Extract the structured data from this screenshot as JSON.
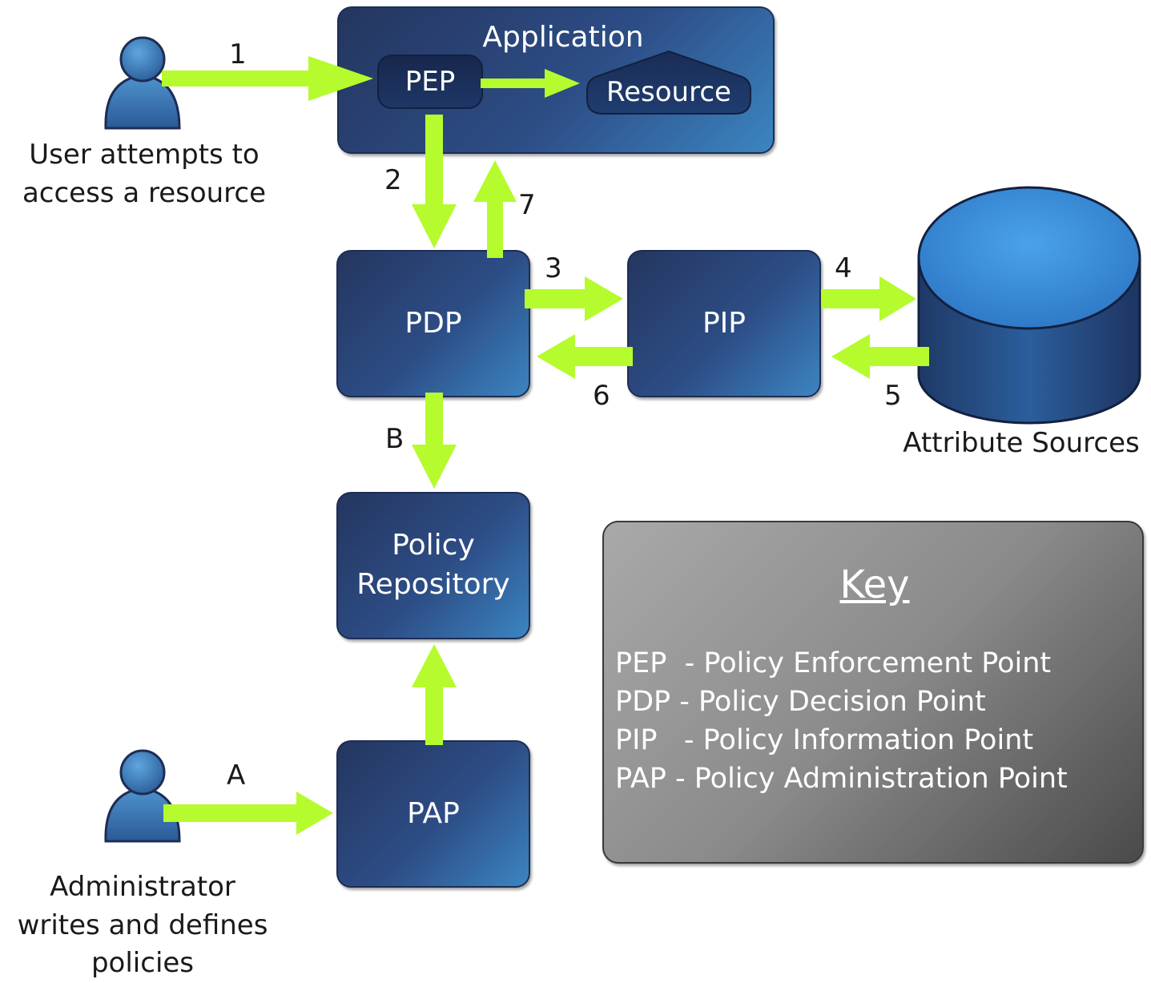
{
  "colors": {
    "arrow": "#b5fb2e",
    "box_dark": "#24365f",
    "box_light": "#3b85c1",
    "key_gray": "#8b8b8b"
  },
  "application": {
    "title": "Application",
    "pep": "PEP",
    "resource": "Resource"
  },
  "nodes": {
    "pdp": "PDP",
    "pip": "PIP",
    "policy_repository": "Policy\nRepository",
    "pap": "PAP",
    "attribute_sources": "Attribute Sources"
  },
  "actors": {
    "user": {
      "icon": "user-icon",
      "label": "User attempts to\naccess a resource"
    },
    "admin": {
      "icon": "user-icon",
      "label": "Administrator\nwrites and defines\npolicies"
    }
  },
  "steps": {
    "s1": "1",
    "s2": "2",
    "s3": "3",
    "s4": "4",
    "s5": "5",
    "s6": "6",
    "s7": "7",
    "sA": "A",
    "sB": "B"
  },
  "key": {
    "title": "Key",
    "entries": [
      "PEP  - Policy Enforcement Point",
      "PDP - Policy Decision Point",
      "PIP   - Policy Information Point",
      "PAP - Policy Administration Point"
    ]
  }
}
